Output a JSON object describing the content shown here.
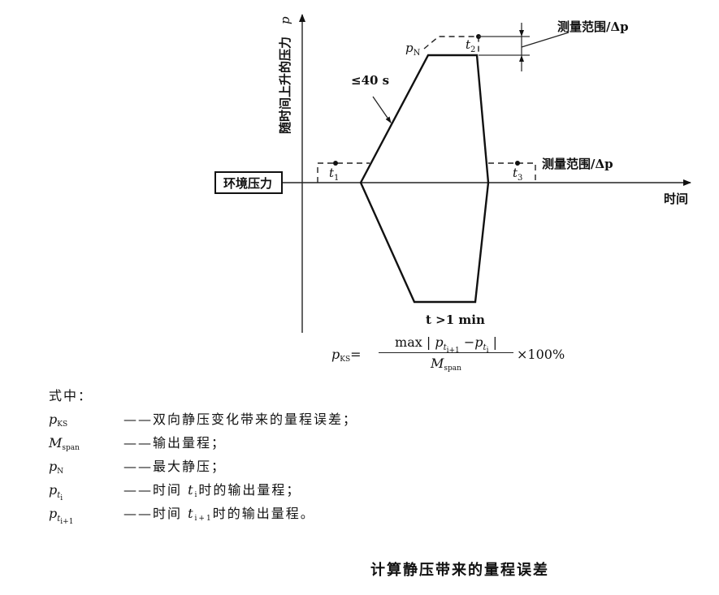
{
  "diagram": {
    "y_axis_label": "随时间上升的压力",
    "y_axis_symbol": "p",
    "x_axis_label": "时间",
    "ambient_label": "环境压力",
    "rise_time_label": "≤40 s",
    "pn_label": "p",
    "pn_sub": "N",
    "t1_label": "t",
    "t1_sub": "1",
    "t2_label": "t",
    "t2_sub": "2",
    "t3_label": "t",
    "t3_sub": "3",
    "range_label_top": "测量范围/Δp",
    "range_label_bottom": "测量范围/Δp",
    "hold_time_label": "t >1 min"
  },
  "formula": {
    "lhs_sym": "p",
    "lhs_sub": "KS",
    "equals": "=",
    "num_max": "max",
    "num_bar": "|",
    "num_p1": "p",
    "num_t1": "t",
    "num_t1_sub": "i+1",
    "num_minus": "−",
    "num_p2": "p",
    "num_t2": "t",
    "num_t2_sub": "i",
    "den_sym": "M",
    "den_sub": "span",
    "rhs": "×100%"
  },
  "legend": {
    "title": "式中：",
    "items": [
      {
        "sym": "p",
        "sub": "KS",
        "desc": "——双向静压变化带来的量程误差；"
      },
      {
        "sym": "M",
        "sub": "span",
        "desc": "——输出量程；"
      },
      {
        "sym": "p",
        "sub": "N",
        "desc": "——最大静压；"
      },
      {
        "sym": "p",
        "sub": "t",
        "subsub": "i",
        "desc_pre": "——时间 ",
        "desc_var": "t",
        "desc_var_sub": "i",
        "desc_post": "时的输出量程；"
      },
      {
        "sym": "p",
        "sub": "t",
        "subsub": "i+1",
        "desc_pre": "——时间 ",
        "desc_var": "t",
        "desc_var_sub": "i+1",
        "desc_post": "时的输出量程。"
      }
    ]
  },
  "caption": "计算静压带来的量程误差"
}
